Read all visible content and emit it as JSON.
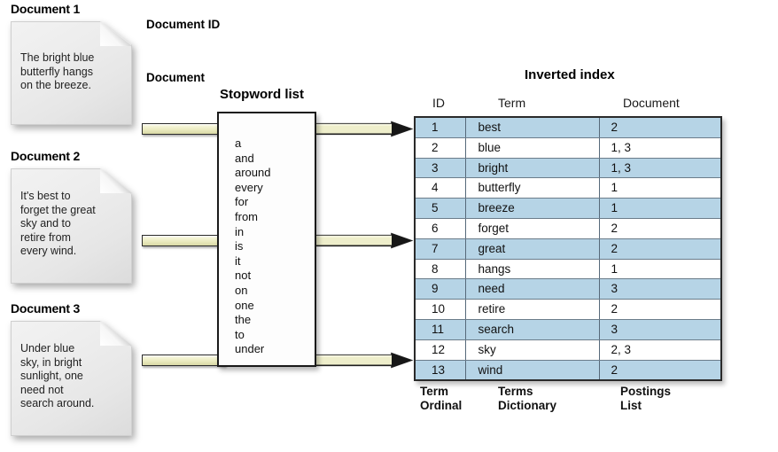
{
  "documents": [
    {
      "title": "Document 1",
      "text": "The bright blue\nbutterfly hangs\non the breeze."
    },
    {
      "title": "Document 2",
      "text": "It's best to\nforget the great\nsky and to\nretire from\nevery wind."
    },
    {
      "title": "Document 3",
      "text": "Under blue\nsky, in bright\nsunlight, one\nneed not\nsearch around."
    }
  ],
  "flow_labels": {
    "document_id": "Document ID",
    "document": "Document"
  },
  "stopword": {
    "title": "Stopword list",
    "words": [
      "a",
      "and",
      "around",
      "every",
      "for",
      "from",
      "in",
      "is",
      "it",
      "not",
      "on",
      "one",
      "the",
      "to",
      "under"
    ]
  },
  "inverted_index": {
    "title": "Inverted index",
    "columns": [
      "ID",
      "Term",
      "Document"
    ],
    "rows": [
      {
        "id": "1",
        "term": "best",
        "document": "2"
      },
      {
        "id": "2",
        "term": "blue",
        "document": "1, 3"
      },
      {
        "id": "3",
        "term": "bright",
        "document": "1, 3"
      },
      {
        "id": "4",
        "term": "butterfly",
        "document": "1"
      },
      {
        "id": "5",
        "term": "breeze",
        "document": "1"
      },
      {
        "id": "6",
        "term": "forget",
        "document": "2"
      },
      {
        "id": "7",
        "term": "great",
        "document": "2"
      },
      {
        "id": "8",
        "term": "hangs",
        "document": "1"
      },
      {
        "id": "9",
        "term": "need",
        "document": "3"
      },
      {
        "id": "10",
        "term": "retire",
        "document": "2"
      },
      {
        "id": "11",
        "term": "search",
        "document": "3"
      },
      {
        "id": "12",
        "term": "sky",
        "document": "2, 3"
      },
      {
        "id": "13",
        "term": "wind",
        "document": "2"
      }
    ],
    "captions": [
      "Term\nOrdinal",
      "Terms\nDictionary",
      "Postings\nList"
    ]
  },
  "colors": {
    "row_shaded": "#b6d4e6",
    "row_plain": "#ffffff",
    "arrow_fill": "#e9e9bd",
    "table_border": "#2a2a2a",
    "doc_card": "#ededed"
  }
}
